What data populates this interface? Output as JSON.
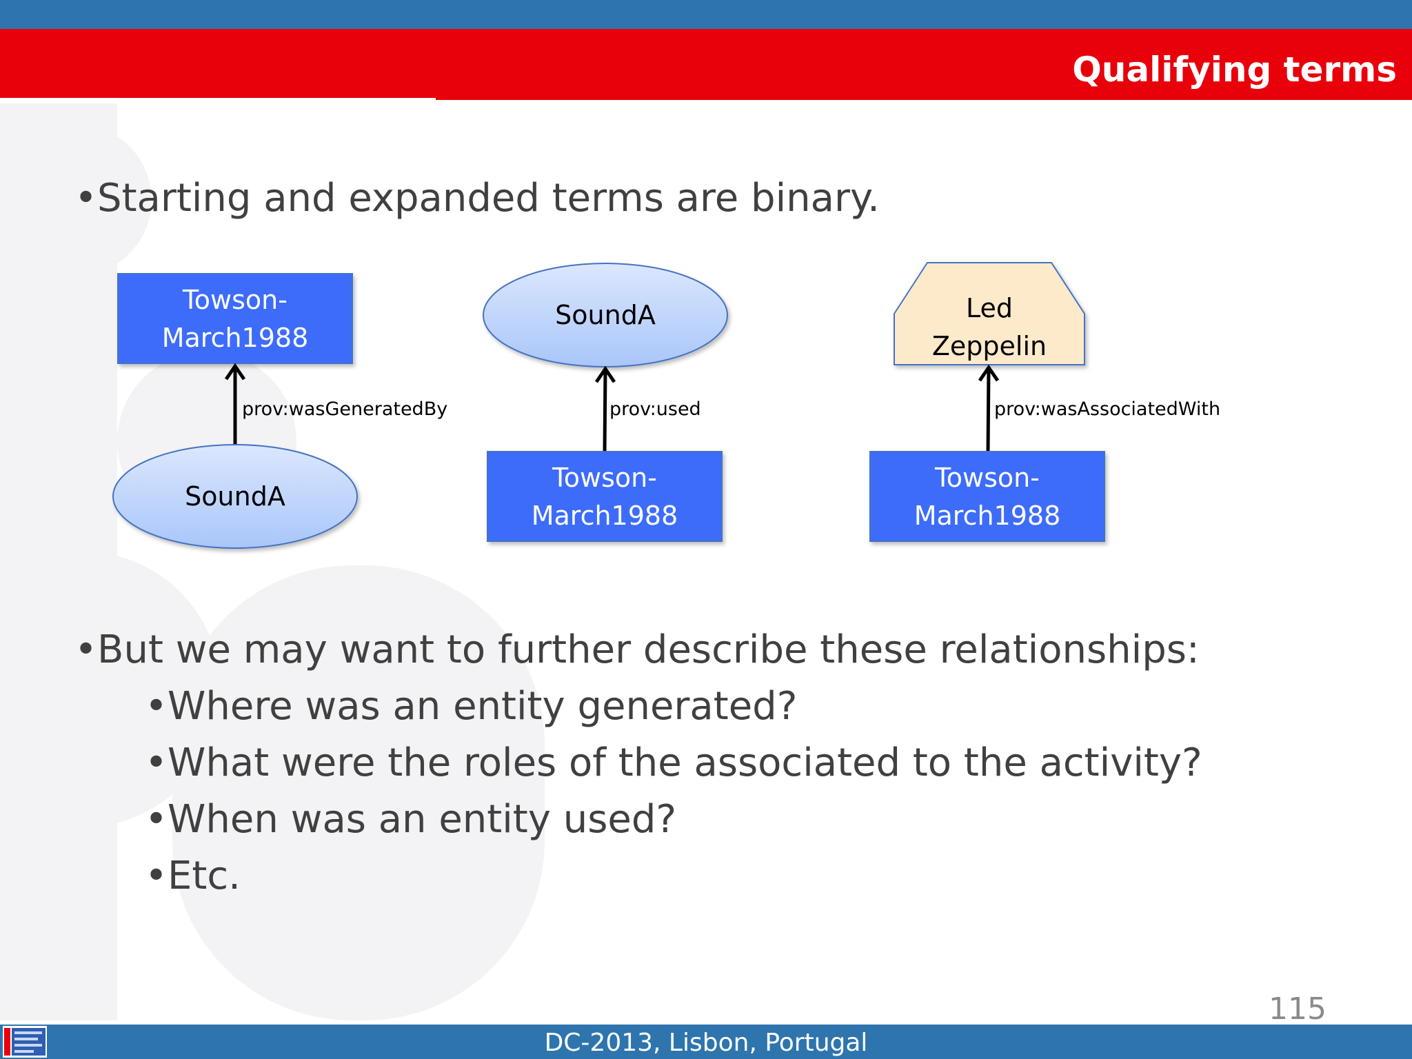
{
  "slide": {
    "title": "Qualifying terms",
    "bullet_main_1": "•Starting and expanded terms are binary.",
    "bullet_main_2": "•But we may want to further describe these relationships:",
    "sub_bullets": [
      "•Where was an entity generated?",
      "•What were the roles of the associated to the activity?",
      "•When was an entity used?",
      "•Etc."
    ],
    "page_number": "115",
    "footer": "DC-2013, Lisbon, Portugal"
  },
  "diagram": {
    "groups": [
      {
        "top": {
          "shape": "rectangle",
          "lines": [
            "Towson-",
            "March1988"
          ]
        },
        "bottom": {
          "shape": "ellipse",
          "lines": [
            "SoundA"
          ]
        },
        "relation": "prov:wasGeneratedBy"
      },
      {
        "top": {
          "shape": "ellipse",
          "lines": [
            "SoundA"
          ]
        },
        "bottom": {
          "shape": "rectangle",
          "lines": [
            "Towson-",
            "March1988"
          ]
        },
        "relation": "prov:used"
      },
      {
        "top": {
          "shape": "house",
          "lines": [
            "Led",
            "Zeppelin"
          ]
        },
        "bottom": {
          "shape": "rectangle",
          "lines": [
            "Towson-",
            "March1988"
          ]
        },
        "relation": "prov:wasAssociatedWith"
      }
    ]
  },
  "colors": {
    "top_bar": "#2e75ae",
    "title_bar": "#e8000b",
    "activity_fill": "#3d6cfb",
    "entity_fill": "#bcd5fb",
    "agent_fill": "#fdeacb",
    "text_dark": "#404040"
  }
}
